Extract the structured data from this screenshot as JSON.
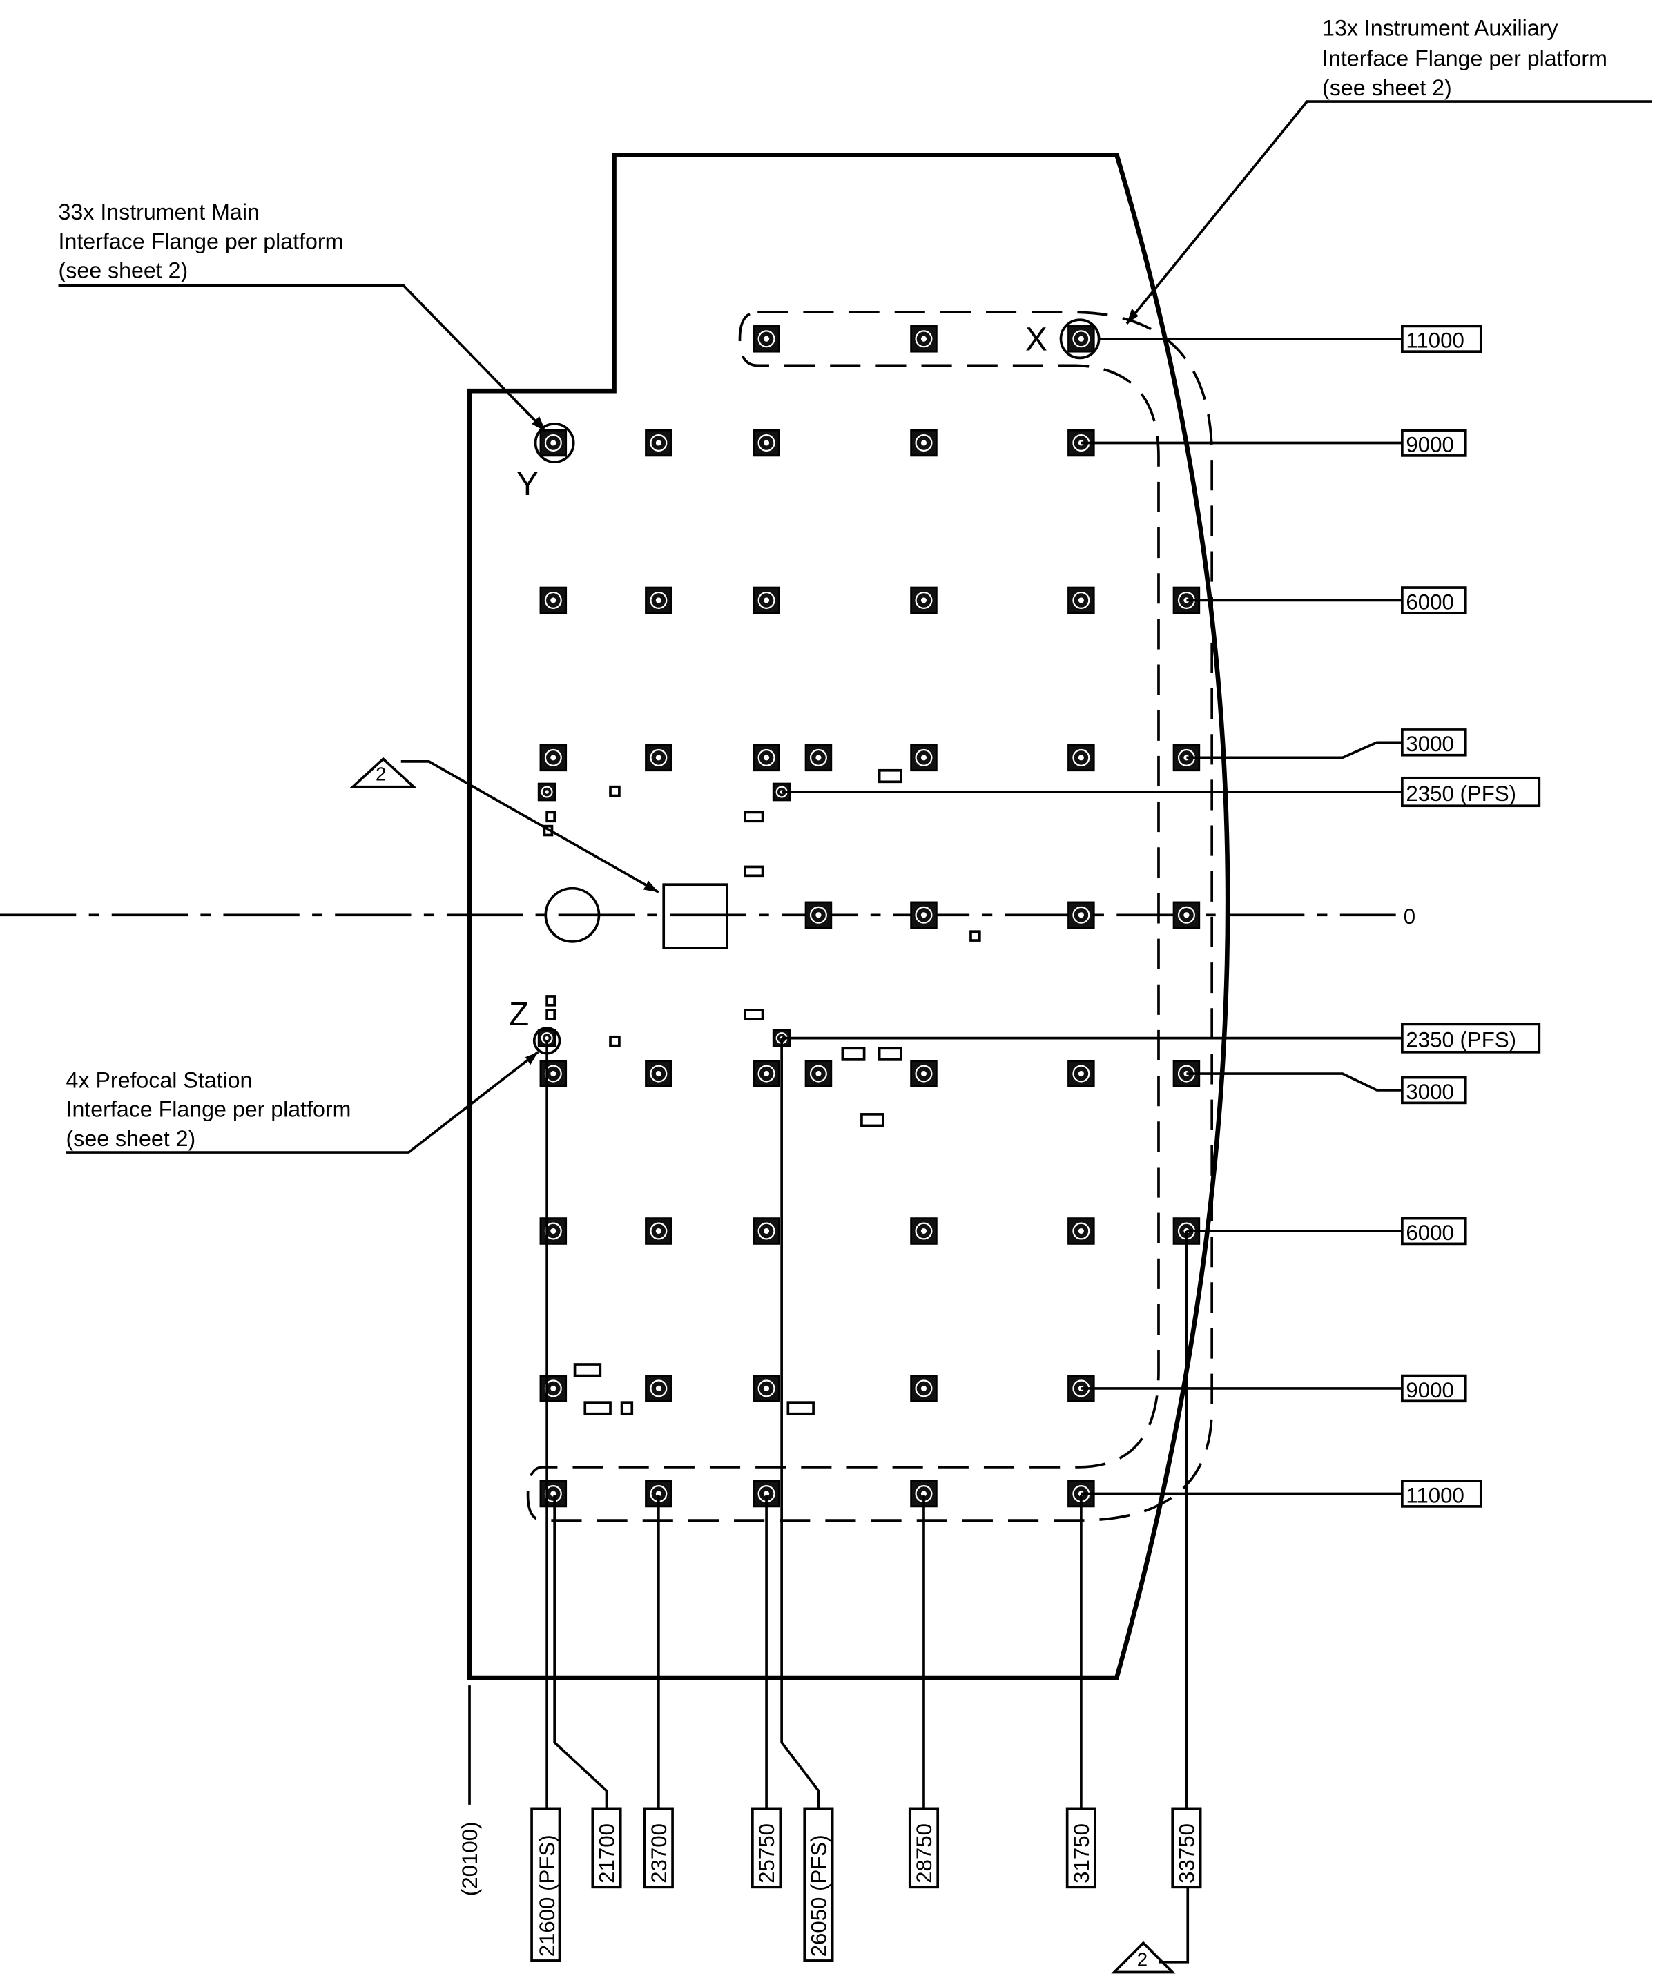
{
  "callouts": {
    "auxiliary": [
      "13x Instrument Auxiliary",
      "Interface Flange per platform",
      "(see sheet 2)"
    ],
    "main": [
      "33x Instrument Main",
      "Interface Flange per platform",
      "(see sheet 2)"
    ],
    "prefocal": [
      "4x Prefocal Station",
      "Interface Flange per platform",
      "(see sheet 2)"
    ]
  },
  "markers": {
    "x": "X",
    "y": "Y",
    "z": "Z"
  },
  "revision_tags": {
    "upper": "2",
    "lower": "2"
  },
  "dimensions_right": {
    "d11000_top": "11000",
    "d9000_top": "9000",
    "d6000_top": "6000",
    "d3000_top": "3000",
    "d2350_top": "2350 (PFS)",
    "d0": "0",
    "d2350_bottom": "2350 (PFS)",
    "d3000_bottom": "3000",
    "d6000_bottom": "6000",
    "d9000_bottom": "9000",
    "d11000_bottom": "11000"
  },
  "dimensions_bottom": {
    "d20100": "(20100)",
    "d21600": "21600 (PFS)",
    "d21700": "21700",
    "d23700": "23700",
    "d25750": "25750",
    "d26050": "26050 (PFS)",
    "d28750": "28750",
    "d31750": "31750",
    "d33750": "33750"
  },
  "flanges": {
    "main": [
      [
        21700,
        9000
      ],
      [
        23700,
        9000
      ],
      [
        25750,
        9000
      ],
      [
        28750,
        9000
      ],
      [
        31750,
        9000
      ],
      [
        21700,
        6000
      ],
      [
        23700,
        6000
      ],
      [
        25750,
        6000
      ],
      [
        28750,
        6000
      ],
      [
        31750,
        6000
      ],
      [
        33750,
        6000
      ],
      [
        21700,
        3000
      ],
      [
        23700,
        3000
      ],
      [
        25750,
        3000
      ],
      [
        26750,
        3000
      ],
      [
        28750,
        3000
      ],
      [
        31750,
        3000
      ],
      [
        33750,
        3000
      ],
      [
        26750,
        0
      ],
      [
        28750,
        0
      ],
      [
        31750,
        0
      ],
      [
        33750,
        0
      ],
      [
        21700,
        -3000
      ],
      [
        23700,
        -3000
      ],
      [
        25750,
        -3000
      ],
      [
        26750,
        -3000
      ],
      [
        28750,
        -3000
      ],
      [
        31750,
        -3000
      ],
      [
        33750,
        -3000
      ],
      [
        21700,
        -6000
      ],
      [
        23700,
        -6000
      ],
      [
        25750,
        -6000
      ],
      [
        28750,
        -6000
      ],
      [
        31750,
        -6000
      ],
      [
        33750,
        -6000
      ],
      [
        21700,
        -9000
      ],
      [
        23700,
        -9000
      ],
      [
        25750,
        -9000
      ],
      [
        28750,
        -9000
      ],
      [
        31750,
        -9000
      ]
    ],
    "auxiliary": [
      [
        25750,
        11000
      ],
      [
        28750,
        11000
      ],
      [
        31750,
        11000
      ],
      [
        21700,
        -11000
      ],
      [
        23700,
        -11000
      ],
      [
        25750,
        -11000
      ],
      [
        28750,
        -11000
      ],
      [
        31750,
        -11000
      ]
    ],
    "prefocal": [
      [
        21600,
        2350
      ],
      [
        26050,
        2350
      ],
      [
        21600,
        -2350
      ],
      [
        26050,
        -2350
      ]
    ]
  }
}
